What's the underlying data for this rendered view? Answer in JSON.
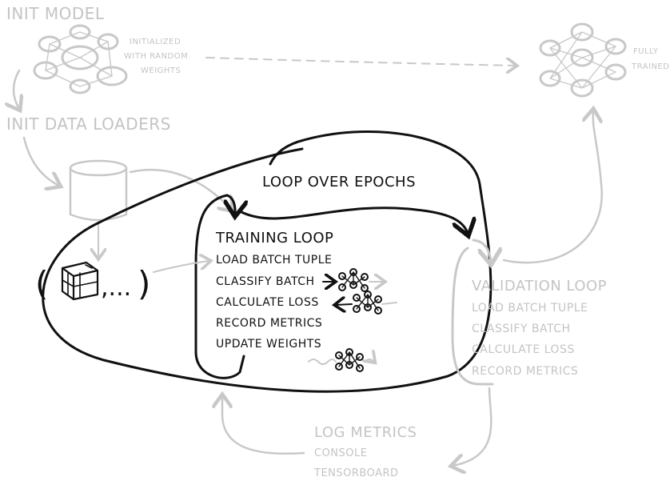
{
  "init_model": {
    "title": "INIT MODEL",
    "note_lines": [
      "INITIALIZED",
      "WITH RANDOM",
      "WEIGHTS"
    ]
  },
  "init_data_loaders": {
    "title": "INIT DATA LOADERS"
  },
  "fully_trained": {
    "lines": [
      "FULLY",
      "TRAINED"
    ]
  },
  "epochs": {
    "title": "LOOP OVER EPOCHS"
  },
  "batch_tuple": {
    "open": "(",
    "rest": ",...",
    "close": ")"
  },
  "training": {
    "title": "TRAINING LOOP",
    "steps": [
      "LOAD BATCH TUPLE",
      "CLASSIFY BATCH",
      "CALCULATE LOSS",
      "RECORD METRICS",
      "UPDATE WEIGHTS"
    ]
  },
  "validation": {
    "title": "VALIDATION LOOP",
    "steps": [
      "LOAD BATCH TUPLE",
      "CLASSIFY BATCH",
      "CALCULATE LOSS",
      "RECORD METRICS"
    ]
  },
  "log_metrics": {
    "title": "LOG METRICS",
    "items": [
      "CONSOLE",
      "TENSORBOARD"
    ]
  },
  "colors": {
    "ink": "#111111",
    "faded": "#c4c4c4"
  }
}
